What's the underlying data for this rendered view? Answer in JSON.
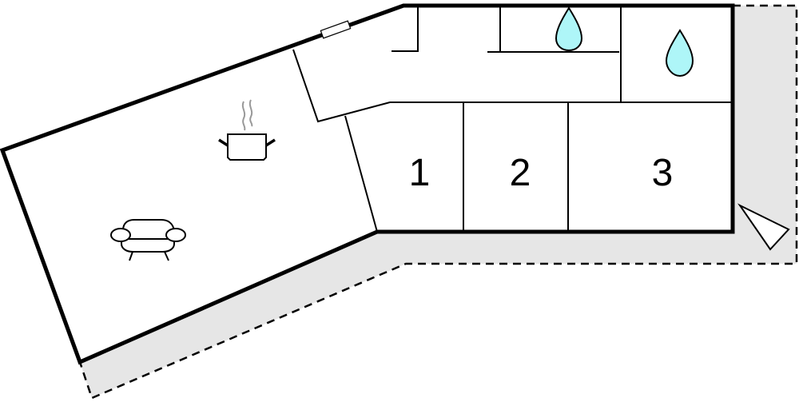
{
  "floorplan": {
    "rooms": [
      {
        "label": "1"
      },
      {
        "label": "2"
      },
      {
        "label": "3"
      }
    ],
    "icons": [
      "cooking-pot-icon",
      "sofa-icon",
      "water-drop-icon",
      "water-drop-icon",
      "entrance-arrow-icon",
      "window-icon"
    ],
    "colors": {
      "wall": "#000000",
      "terrace": "#e6e6e6",
      "water": "#aef6f8"
    }
  }
}
